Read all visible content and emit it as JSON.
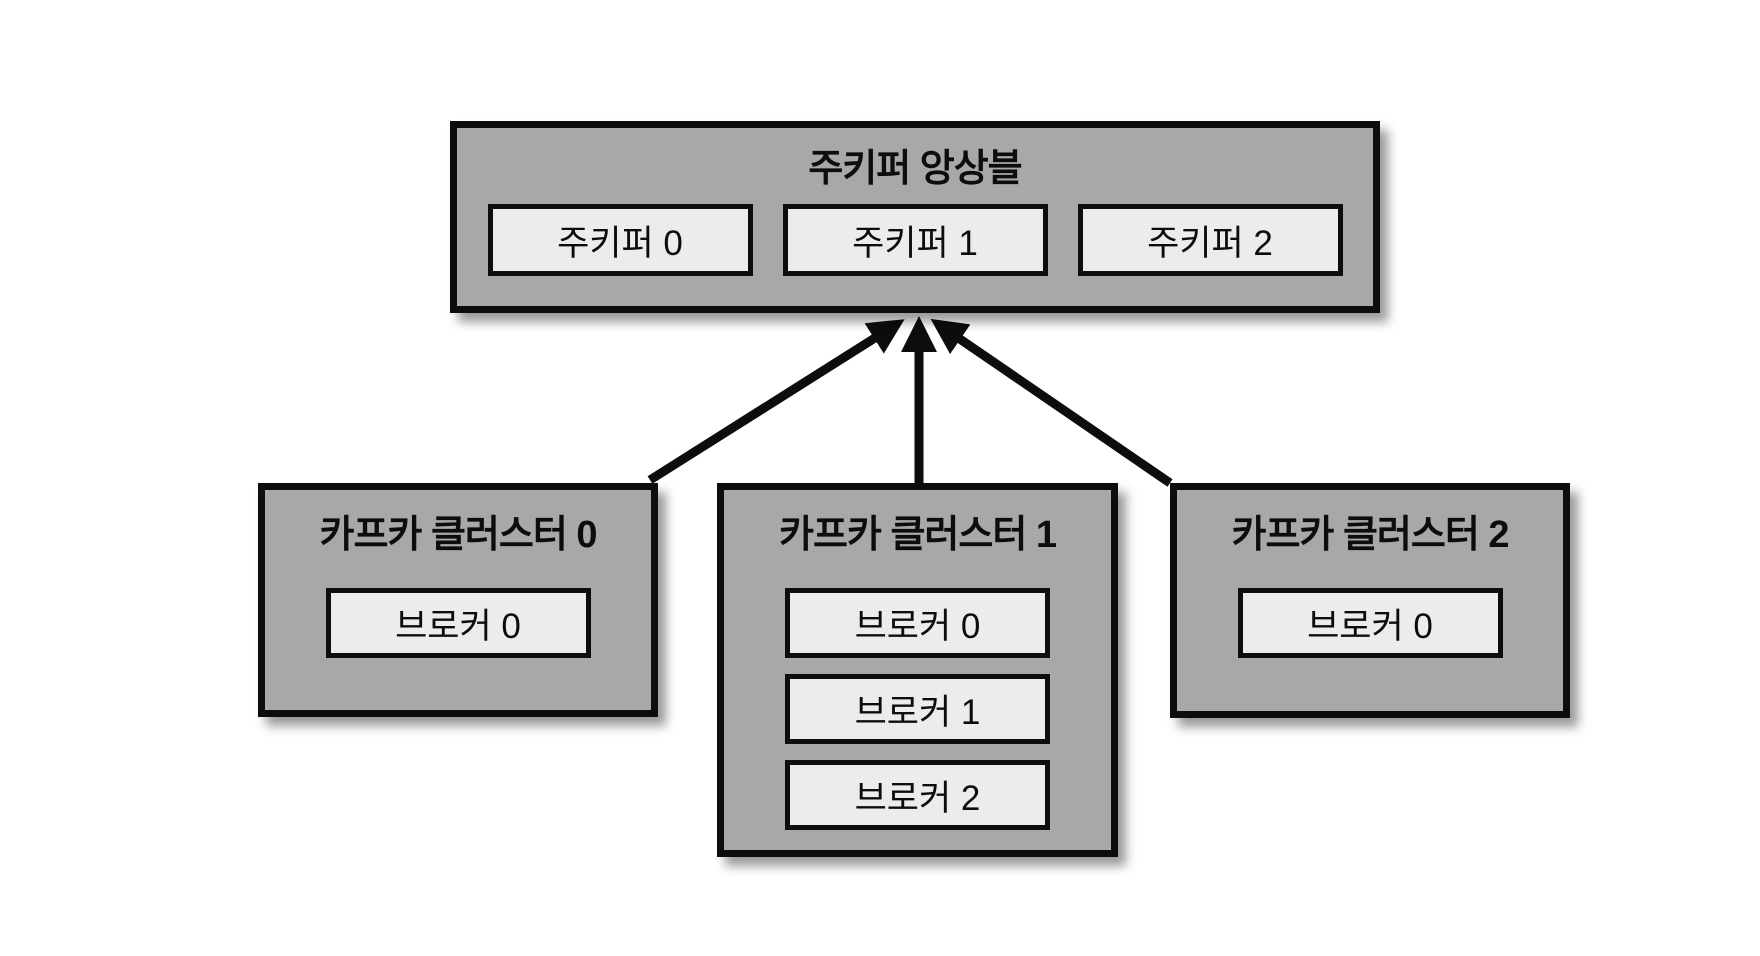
{
  "diagram": {
    "zookeeper_ensemble": {
      "title": "주키퍼 앙상블",
      "nodes": [
        {
          "label": "주키퍼 0"
        },
        {
          "label": "주키퍼 1"
        },
        {
          "label": "주키퍼 2"
        }
      ]
    },
    "kafka_clusters": [
      {
        "title": "카프카 클러스터 0",
        "brokers": [
          {
            "label": "브로커 0"
          }
        ]
      },
      {
        "title": "카프카 클러스터 1",
        "brokers": [
          {
            "label": "브로커 0"
          },
          {
            "label": "브로커 1"
          },
          {
            "label": "브로커 2"
          }
        ]
      },
      {
        "title": "카프카 클러스터 2",
        "brokers": [
          {
            "label": "브로커 0"
          }
        ]
      }
    ],
    "edges": [
      {
        "from": "kafka-cluster-0",
        "to": "zookeeper-ensemble",
        "style": "arrow"
      },
      {
        "from": "kafka-cluster-1",
        "to": "zookeeper-ensemble",
        "style": "arrow"
      },
      {
        "from": "kafka-cluster-2",
        "to": "zookeeper-ensemble",
        "style": "arrow"
      }
    ],
    "colors": {
      "background": "#ffffff",
      "container_fill": "#a8a8a8",
      "node_fill": "#ececec",
      "border": "#0d0d0d",
      "arrow": "#0d0d0d",
      "text": "#0d0d0d"
    }
  }
}
